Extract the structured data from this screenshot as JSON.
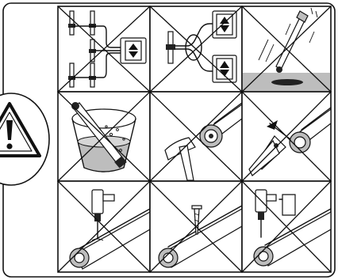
{
  "figure": {
    "warning_icon": "warning-triangle-icon",
    "panels": [
      {
        "id": "multiple-motors-one-switch",
        "prohibited": true
      },
      {
        "id": "motor-wired-parallel-two-switches",
        "prohibited": true
      },
      {
        "id": "drop-motor-on-floor",
        "prohibited": true
      },
      {
        "id": "immerse-motor-in-water",
        "prohibited": true
      },
      {
        "id": "hammer-motor-head",
        "prohibited": true
      },
      {
        "id": "cut-motor-cable",
        "prohibited": true
      },
      {
        "id": "drill-into-tube-over-motor",
        "prohibited": true
      },
      {
        "id": "screw-into-tube-over-motor",
        "prohibited": true
      },
      {
        "id": "drill-near-motor-head",
        "prohibited": true
      }
    ]
  },
  "colors": {
    "line": "#111111",
    "background": "#ffffff",
    "shade": "#bdbdbd"
  }
}
